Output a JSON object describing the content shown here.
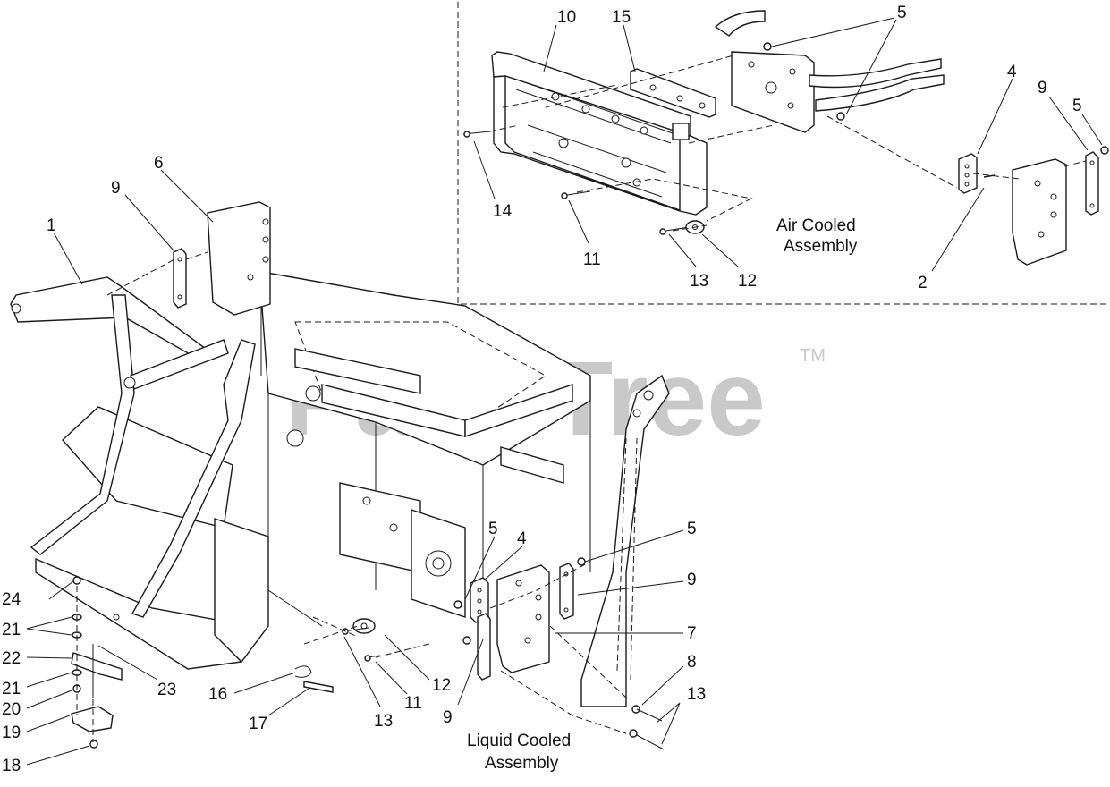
{
  "watermark": {
    "text": "PartsTree",
    "trademark": "TM"
  },
  "assembly_labels": {
    "air_cooled_line1": "Air Cooled",
    "air_cooled_line2": "Assembly",
    "liquid_cooled_line1": "Liquid Cooled",
    "liquid_cooled_line2": "Assembly"
  },
  "callouts": {
    "air": [
      "10",
      "15",
      "5",
      "4",
      "9",
      "5",
      "14",
      "11",
      "13",
      "12",
      "2"
    ],
    "main_top": [
      "6",
      "9",
      "1"
    ],
    "main_lower": [
      "5",
      "4",
      "5",
      "9",
      "7",
      "8",
      "13",
      "12",
      "11",
      "13",
      "9",
      "16",
      "17"
    ],
    "switch_stack": [
      "24",
      "21",
      "22",
      "21",
      "20",
      "19",
      "18",
      "23"
    ]
  }
}
